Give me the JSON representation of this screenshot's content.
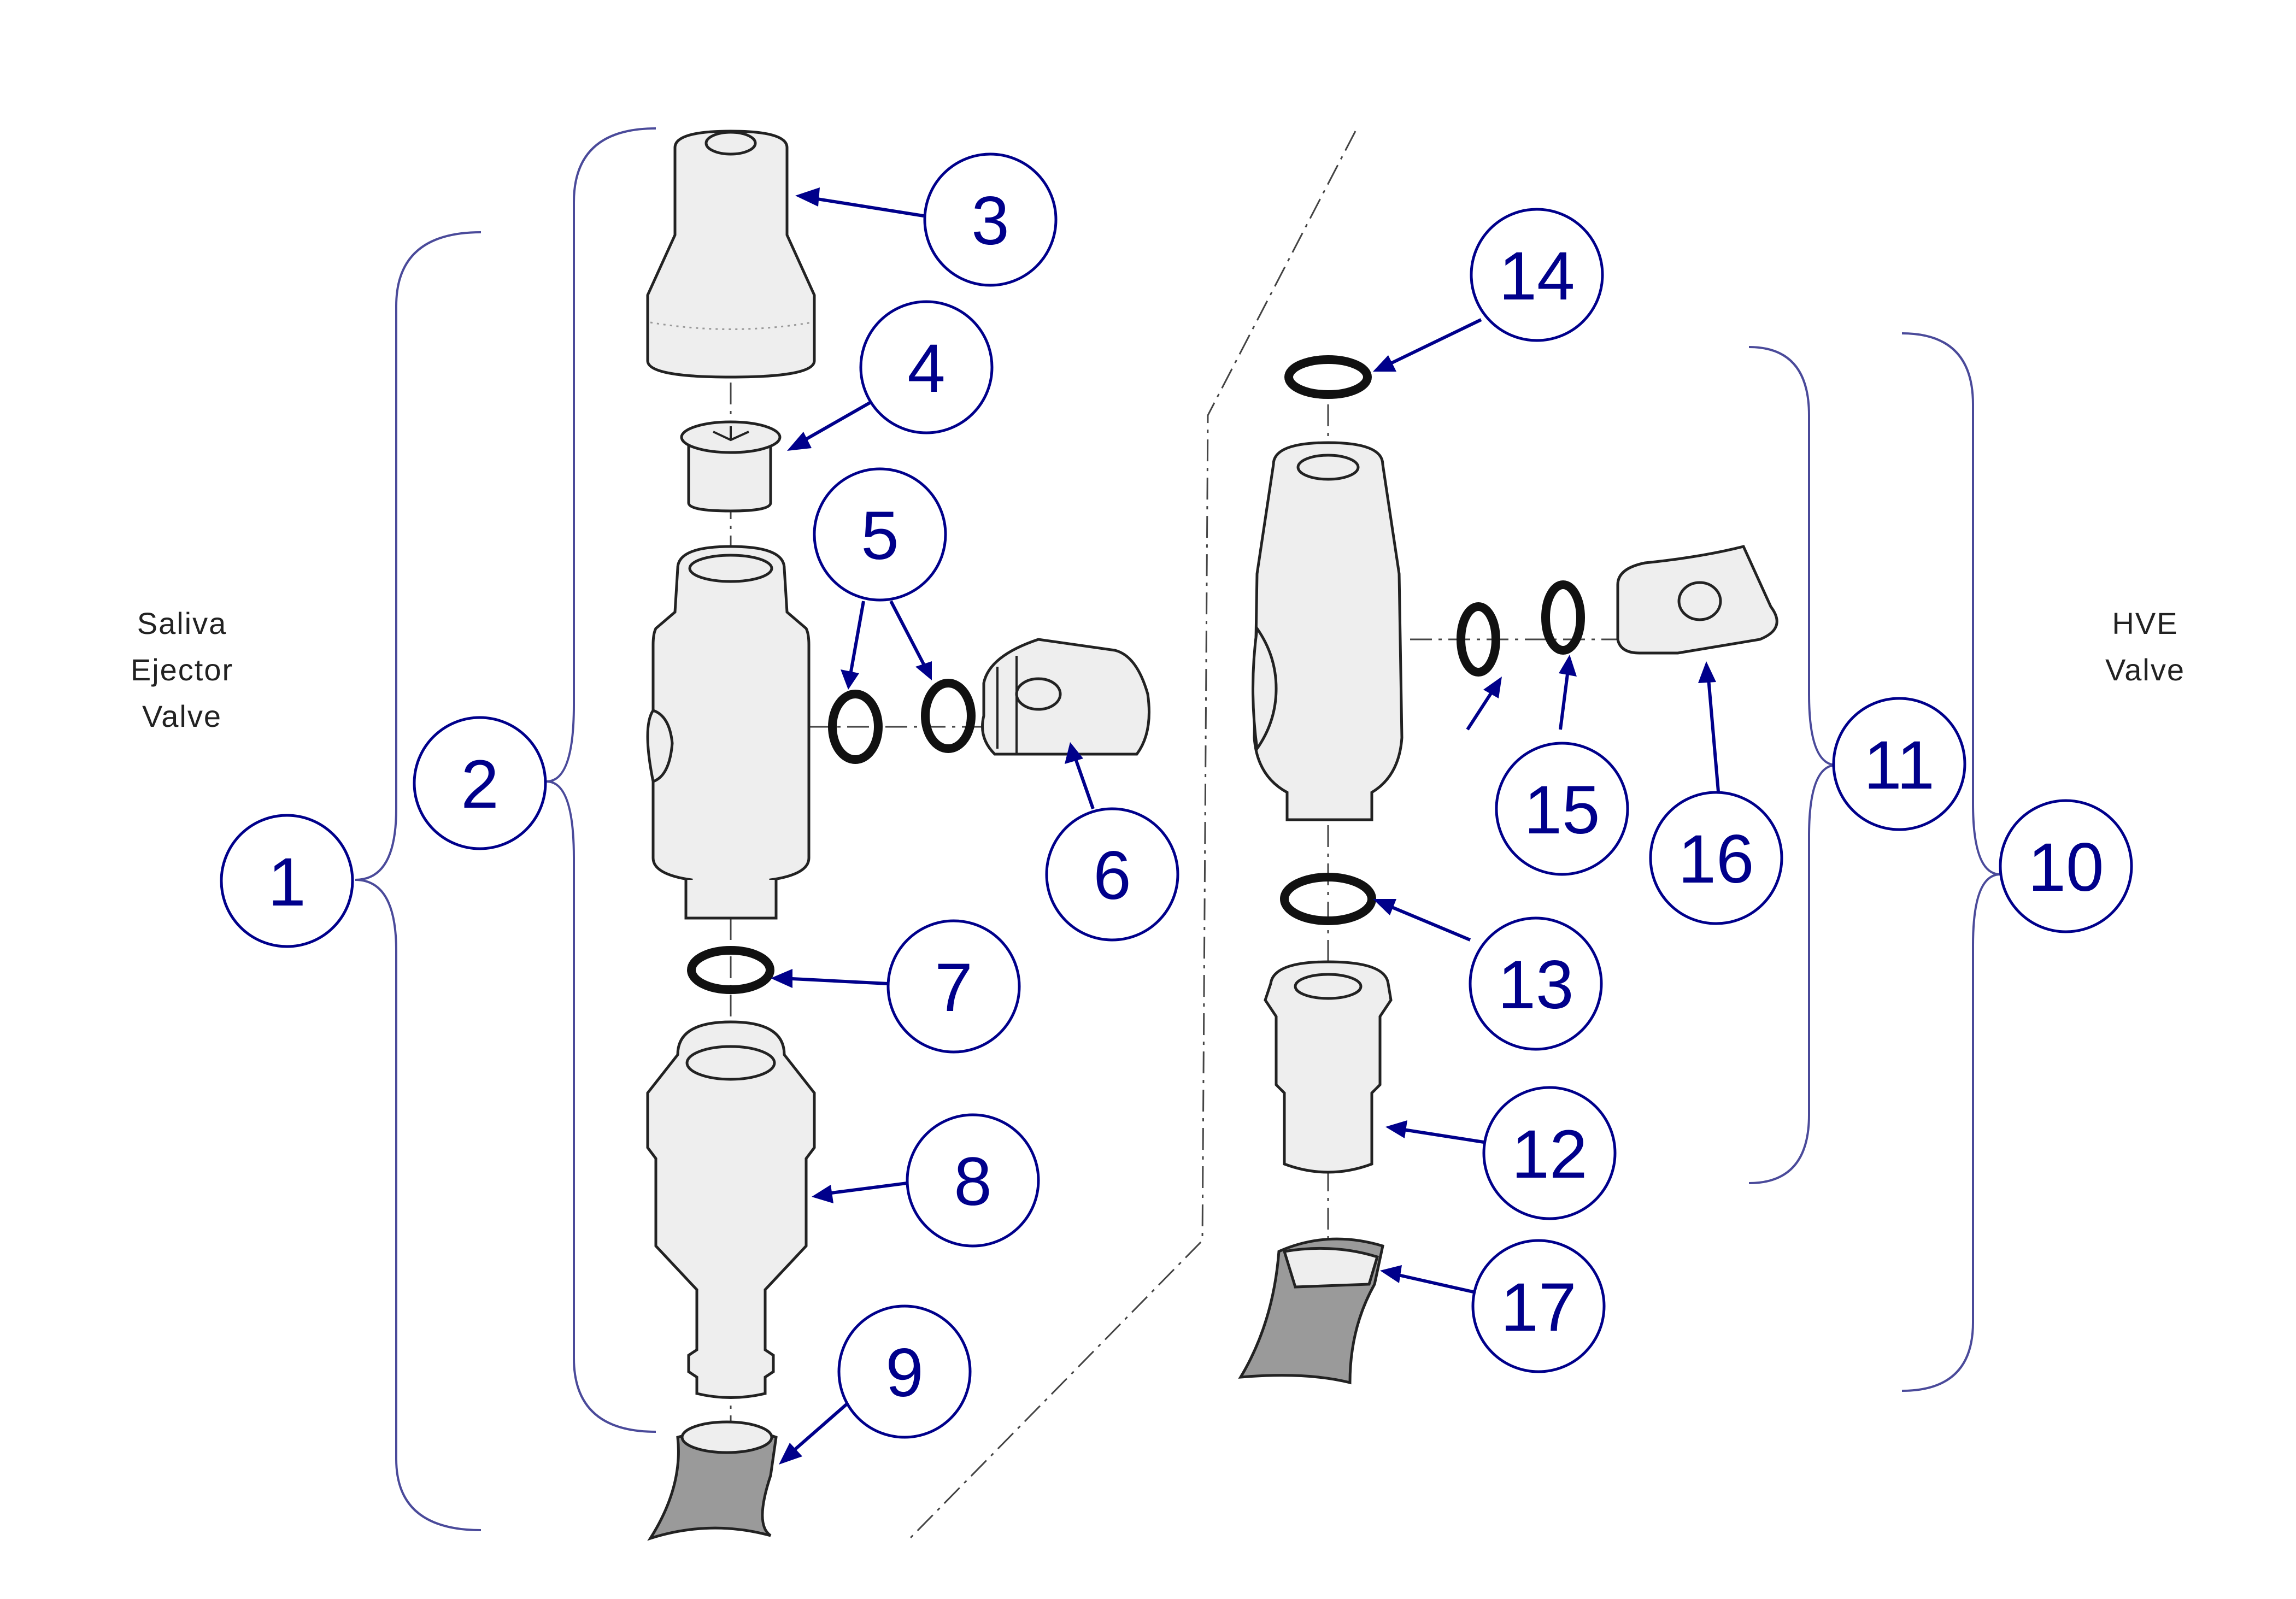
{
  "labels": {
    "left": [
      "Saliva",
      "Ejector",
      "Valve"
    ],
    "right": [
      "HVE",
      "Valve"
    ]
  },
  "callouts": [
    "1",
    "2",
    "3",
    "4",
    "5",
    "6",
    "7",
    "8",
    "9",
    "10",
    "11",
    "12",
    "13",
    "14",
    "15",
    "16",
    "17"
  ],
  "colors": {
    "callout": "#00008b",
    "bracket": "#4a4a9a",
    "part_fill": "#eeeeee",
    "tubing_fill": "#9a9a9a",
    "oring": "#111111"
  }
}
